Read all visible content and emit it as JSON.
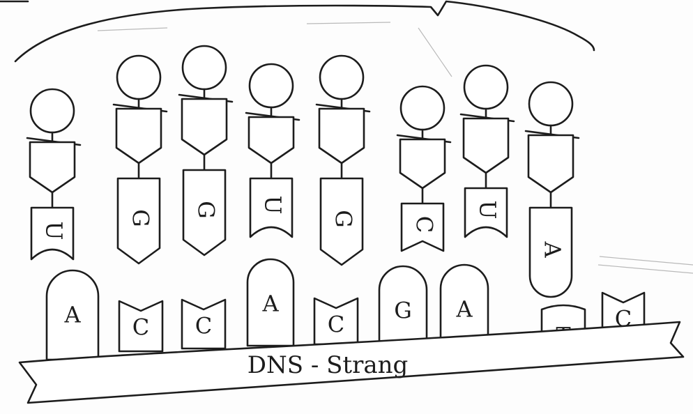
{
  "strand": {
    "label": "DNS - Strang"
  },
  "dna_bases": [
    {
      "letter": "A",
      "shape": "round"
    },
    {
      "letter": "C",
      "shape": "notch"
    },
    {
      "letter": "C",
      "shape": "notch"
    },
    {
      "letter": "A",
      "shape": "round"
    },
    {
      "letter": "C",
      "shape": "notch"
    },
    {
      "letter": "G",
      "shape": "round"
    },
    {
      "letter": "A",
      "shape": "round"
    },
    {
      "letter": "T",
      "shape": "cup"
    },
    {
      "letter": "C",
      "shape": "notch"
    }
  ],
  "trna_units": [
    {
      "letter": "U",
      "shape": "cup"
    },
    {
      "letter": "G",
      "shape": "point"
    },
    {
      "letter": "G",
      "shape": "point"
    },
    {
      "letter": "U",
      "shape": "cup"
    },
    {
      "letter": "G",
      "shape": "point"
    },
    {
      "letter": "C",
      "shape": "notch"
    },
    {
      "letter": "U",
      "shape": "cup"
    },
    {
      "letter": "A",
      "shape": "round"
    }
  ]
}
